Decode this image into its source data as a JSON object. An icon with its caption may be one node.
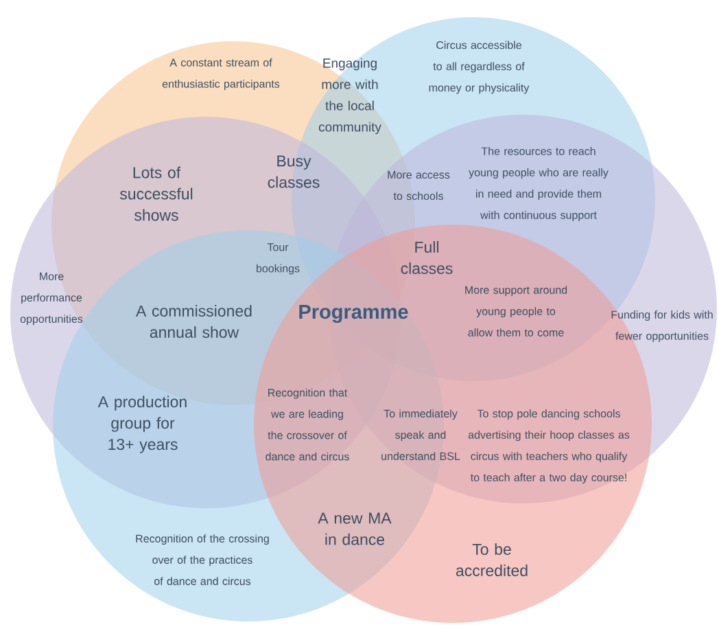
{
  "diagram": {
    "nodes": [
      {
        "text": [],
        "shape": "circle"
      },
      {
        "text": [],
        "shape": "circle"
      },
      {
        "text": [],
        "shape": "circle"
      },
      {
        "text": [],
        "shape": "circle"
      },
      {
        "text": [],
        "shape": "circle"
      },
      {
        "text": [],
        "shape": "circle"
      }
    ],
    "labels": [
      "A constant stream of enthusiastic participants",
      "Engaging more with the local community",
      "Circus accessible to all regardless of money or physicality",
      "Lots of successful shows",
      "Busy classes",
      "More access to schools",
      "The resources to reach young people who are really in need and provide them with continuous support",
      "More performance opportunities",
      "Tour bookings",
      "Full classes",
      "Programme",
      "More support around young people to allow them to come",
      "Funding for kids with fewer opportunities",
      "A commissioned annual show",
      "A production group for 13+ years",
      "Recognition that we are leading the crossover of dance and circus",
      "To immediately speak and understand BSL",
      "To stop pole dancing schools advertising their hoop classes as circus with teachers who qualify to teach after a two day course!",
      "A new MA in dance",
      "Recognition of the crossing over of the practices of dance and circus",
      "To be accredited"
    ]
  }
}
